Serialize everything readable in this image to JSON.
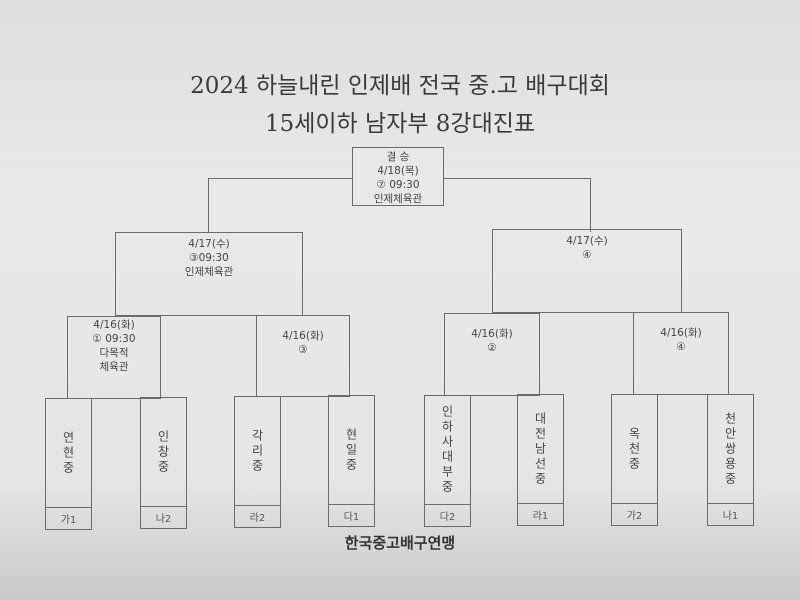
{
  "title_line1": "2024 하늘내린 인제배 전국 중.고 배구대회",
  "title_line2": "15세이하 남자부 8강대진표",
  "final": {
    "label": "결 승",
    "date": "4/18(목)",
    "time": "⑦ 09:30",
    "venue": "인제체육관"
  },
  "semis": [
    {
      "date": "4/17(수)",
      "time": "③09:30",
      "venue": "인제체육관"
    },
    {
      "date": "4/17(수)",
      "time": "④",
      "venue": ""
    }
  ],
  "quarters": [
    {
      "date": "4/16(화)",
      "time": "① 09:30",
      "venue1": "다목적",
      "venue2": "체육관"
    },
    {
      "date": "4/16(화)",
      "time": "③"
    },
    {
      "date": "4/16(화)",
      "time": "②"
    },
    {
      "date": "4/16(화)",
      "time": "④"
    }
  ],
  "teams": [
    {
      "name": "연현중",
      "group": "가1"
    },
    {
      "name": "인창중",
      "group": "나2"
    },
    {
      "name": "각리중",
      "group": "라2"
    },
    {
      "name": "현일중",
      "group": "다1"
    },
    {
      "name": "인하사대부중",
      "group": "다2"
    },
    {
      "name": "대전남선중",
      "group": "라1"
    },
    {
      "name": "옥천중",
      "group": "가2"
    },
    {
      "name": "천안쌍용중",
      "group": "나1"
    }
  ],
  "footer": "한국중고배구연맹"
}
